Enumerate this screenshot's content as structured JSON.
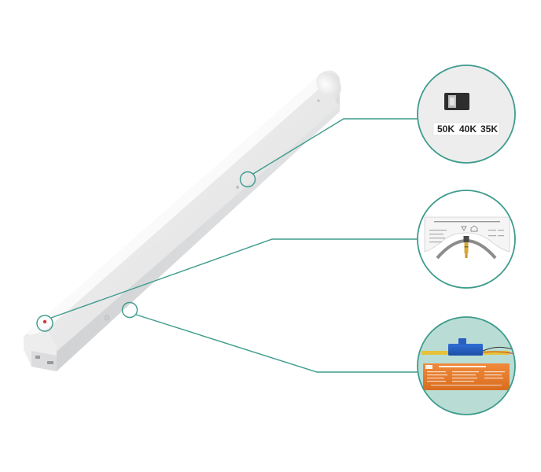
{
  "accent_color": "#3e9c8c",
  "callouts": [
    {
      "name": "cct-switch",
      "labels": [
        "50K",
        "40K",
        "35K"
      ]
    },
    {
      "name": "test-switch-plate",
      "labels": []
    },
    {
      "name": "emergency-driver",
      "labels": []
    }
  ]
}
